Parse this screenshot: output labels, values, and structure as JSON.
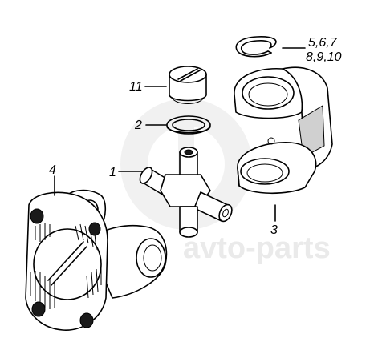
{
  "watermark": {
    "text": "avto-parts"
  },
  "callouts": [
    {
      "id": "c1",
      "text": "1"
    },
    {
      "id": "c2",
      "text": "2"
    },
    {
      "id": "c3",
      "text": "3"
    },
    {
      "id": "c4",
      "text": "4"
    },
    {
      "id": "c11",
      "text": "11"
    },
    {
      "id": "c5",
      "text": "5,6,7"
    },
    {
      "id": "c8",
      "text": "8,9,10"
    }
  ]
}
